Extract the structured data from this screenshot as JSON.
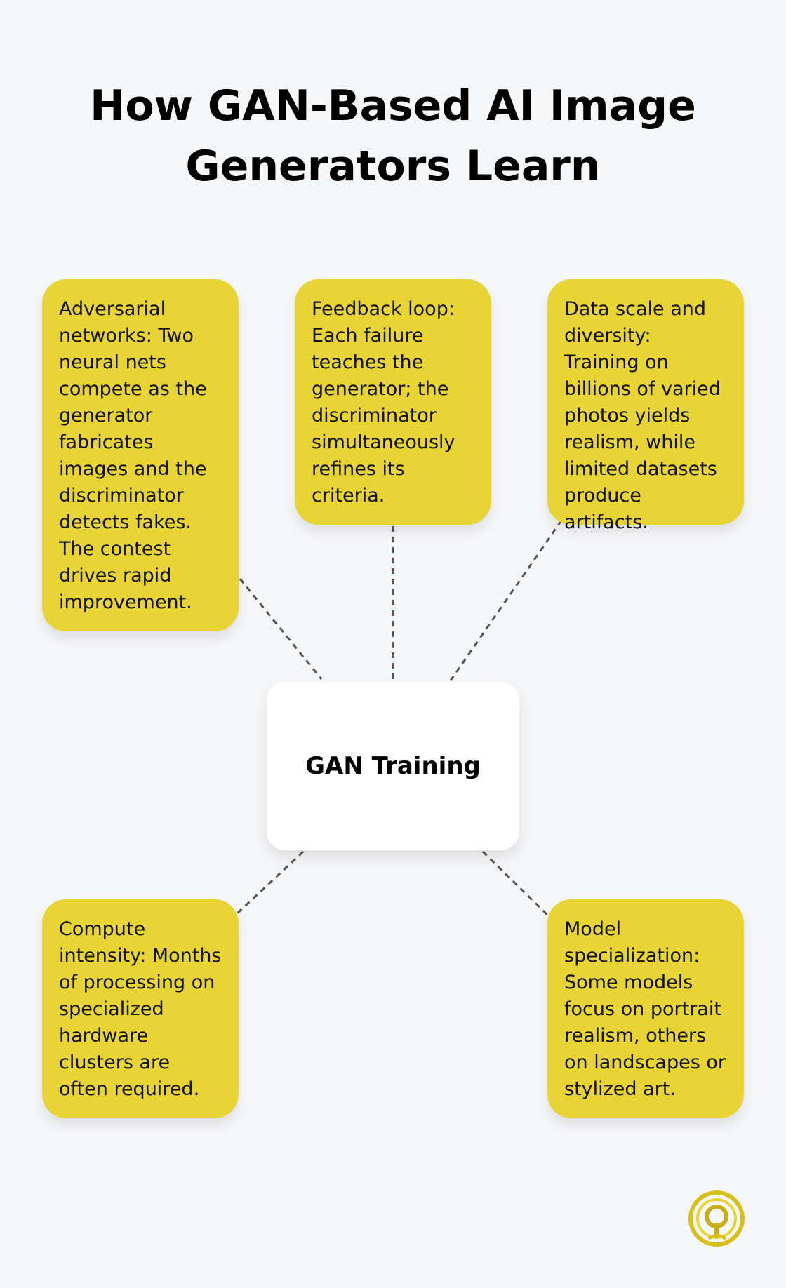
{
  "title": "How GAN-Based AI Image Generators Learn",
  "center": {
    "label": "GAN Training"
  },
  "nodes": [
    {
      "text": "Adversarial networks: Two neural nets compete as the generator fabricates images and the discriminator detects fakes. The contest drives rapid improvement."
    },
    {
      "text": "Feedback loop: Each failure teaches the generator; the discriminator simultaneously refines its criteria."
    },
    {
      "text": "Data scale and diversity: Training on billions of varied photos yields realism, while limited datasets produce artifacts."
    },
    {
      "text": "Compute intensity: Months of processing on specialized hardware clusters are often required."
    },
    {
      "text": "Model specialization: Some models focus on portrait realism, others on landscapes or stylized art."
    }
  ],
  "colors": {
    "background": "#f6f7f9",
    "card": "#e8d535",
    "center_card": "#ffffff",
    "connector": "#555555",
    "logo_gold": "#d8bf1a"
  },
  "icons": {
    "logo": "circle-q-logo-icon"
  }
}
